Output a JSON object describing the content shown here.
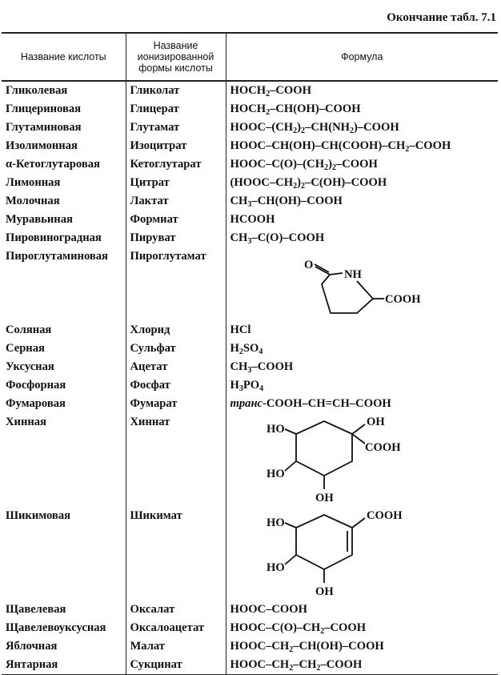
{
  "caption": "Окончание табл. 7.1",
  "headers": {
    "col1": "Название кислоты",
    "col2_line1": "Название",
    "col2_line2": "ионизированной",
    "col2_line3": "формы кислоты",
    "col3": "Формула"
  },
  "rows": [
    {
      "acid": "Гликолевая",
      "ion": "Гликолат",
      "formula": "HOCH<sub>2</sub>–COOH"
    },
    {
      "acid": "Глицериновая",
      "ion": "Глицерат",
      "formula": "HOCH<sub>2</sub>–CH(OH)–COOH"
    },
    {
      "acid": "Глутаминовая",
      "ion": "Глутамат",
      "formula": "HOOC–(CH<sub>2</sub>)<sub>2</sub>–CH(NH<sub>2</sub>)–COOH"
    },
    {
      "acid": "Изолимонная",
      "ion": "Изоцитрат",
      "formula": "HOOC–CH(OH)–CH(COOH)–CH<sub>2</sub>–COOH"
    },
    {
      "acid": "α-Кетоглутаровая",
      "ion": "Кетоглутарат",
      "formula": "HOOC–C(O)–(CH<sub>2</sub>)<sub>2</sub>–COOH"
    },
    {
      "acid": "Лимонная",
      "ion": "Цитрат",
      "formula": "(HOOC–CH<sub>2</sub>)<sub>2</sub>–C(OH)–COOH"
    },
    {
      "acid": "Молочная",
      "ion": "Лактат",
      "formula": "CH<sub>3</sub>–CH(OH)–COOH"
    },
    {
      "acid": "Муравьиная",
      "ion": "Формиат",
      "formula": "HCOOH"
    },
    {
      "acid": "Пировиноградная",
      "ion": "Пируват",
      "formula": "CH<sub>3</sub>–C(O)–COOH"
    },
    {
      "acid": "Пироглутаминовая",
      "ion": "Пироглутамат",
      "structure": "pyroglutamic"
    },
    {
      "acid": "Соляная",
      "ion": "Хлорид",
      "formula": "HCl"
    },
    {
      "acid": "Серная",
      "ion": "Сульфат",
      "formula": "H<sub>2</sub>SO<sub>4</sub>"
    },
    {
      "acid": "Уксусная",
      "ion": "Ацетат",
      "formula": "CH<sub>3</sub>–COOH"
    },
    {
      "acid": "Фосфорная",
      "ion": "Фосфат",
      "formula": "H<sub>3</sub>PO<sub>4</sub>"
    },
    {
      "acid": "Фумаровая",
      "ion": "Фумарат",
      "formula": "<i>транс</i>-COOH–CH=CH–COOH"
    },
    {
      "acid": "Хинная",
      "ion": "Хиннат",
      "structure": "quinic"
    },
    {
      "acid": "Шикимовая",
      "ion": "Шикимат",
      "structure": "shikimic"
    },
    {
      "acid": "Щавелевая",
      "ion": "Оксалат",
      "formula": "HOOC–COOH"
    },
    {
      "acid": "Щавелевоуксусная",
      "ion": "Оксалоацетат",
      "formula": "HOOC–C(O)–CH<sub>2</sub>–COOH"
    },
    {
      "acid": "Яблочная",
      "ion": "Малат",
      "formula": "HOOC–CH<sub>2</sub>–CH(OH)–COOH"
    },
    {
      "acid": "Янтарная",
      "ion": "Сукцинат",
      "formula": "HOOC–CH<sub>2</sub>–CH<sub>2</sub>–COOH"
    }
  ],
  "structures": {
    "pyroglutamic": {
      "o": "O",
      "nh": "NH",
      "cooh": "COOH"
    },
    "quinic": {
      "oh1": "OH",
      "ho1": "HO",
      "cooh": "COOH",
      "ho2": "HO",
      "oh2": "OH"
    },
    "shikimic": {
      "cooh": "COOH",
      "ho1": "HO",
      "ho2": "HO",
      "oh": "OH"
    }
  }
}
